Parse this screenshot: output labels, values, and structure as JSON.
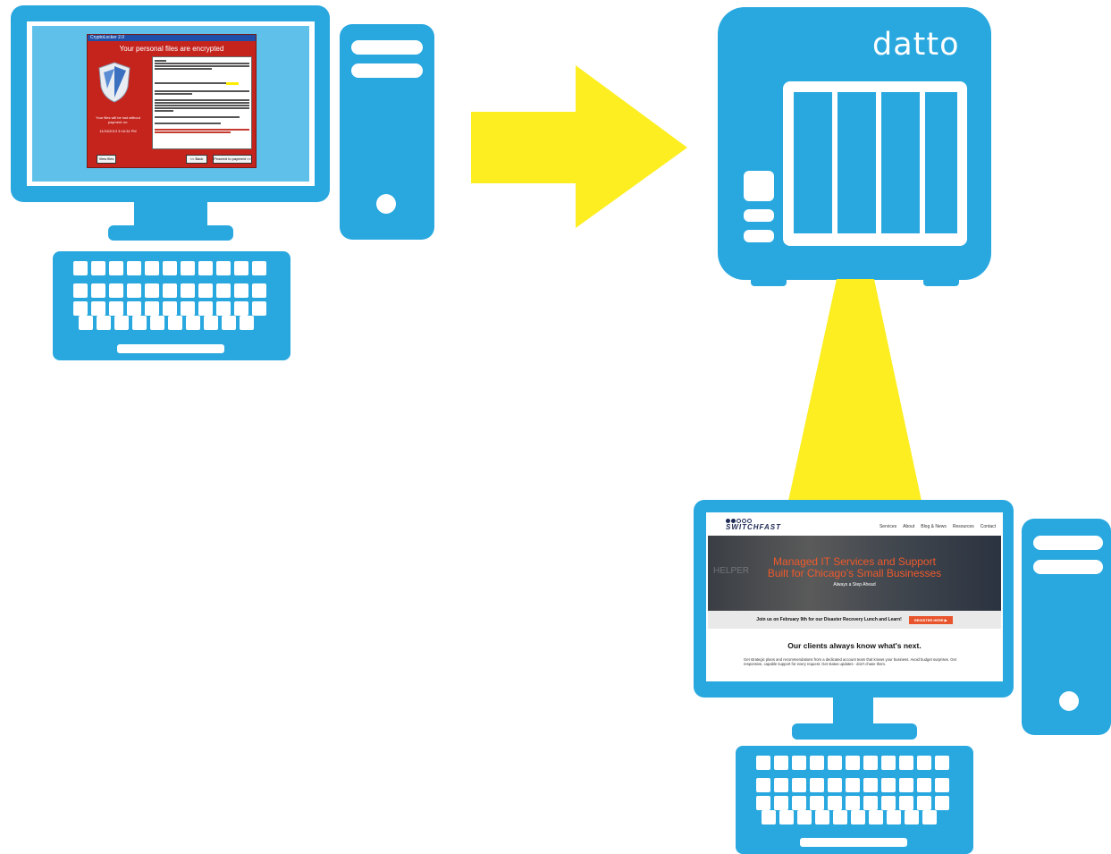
{
  "source_computer": {
    "ransom_window": {
      "title_bar": "CryptoLocker 2.0",
      "heading": "Your personal files are encrypted",
      "side_text": "Your files will be lost without payment on:",
      "deadline": "11/24/2013 3:16:34 PM",
      "buttons": {
        "view": "View files",
        "back": "<< Back",
        "next": "Proceed to payment >>"
      }
    }
  },
  "backup_appliance": {
    "brand": "datto"
  },
  "restored_computer": {
    "website": {
      "logo_text": "SWITCHFAST",
      "nav": [
        "Services",
        "About",
        "Blog & News",
        "Resources",
        "Contact"
      ],
      "hero_watermark": "HELPER",
      "hero_title_line1": "Managed IT Services and Support",
      "hero_title_line2": "Built for Chicago's Small Businesses",
      "hero_subtitle": "Always a Step Ahead",
      "banner_text": "Join us on February 9th for our Disaster Recovery Lunch and Learn!",
      "banner_button": "REGISTER HERE ▶",
      "section_title": "Our clients always know what's next.",
      "section_body": "Get strategic plans and recommendations from a dedicated account team that knows your business. Avoid budget surprises. Get responsive, capable support for every request. Get status updates - don't chase them."
    }
  },
  "colors": {
    "device_blue": "#29a8df",
    "screen_blue": "#5fc1ea",
    "arrow_yellow": "#fcee21",
    "ransom_red": "#c5241d"
  },
  "icons": [
    "monitor-icon",
    "tower-icon",
    "keyboard-icon",
    "arrow-right",
    "datto-appliance-icon",
    "beam-connector"
  ]
}
